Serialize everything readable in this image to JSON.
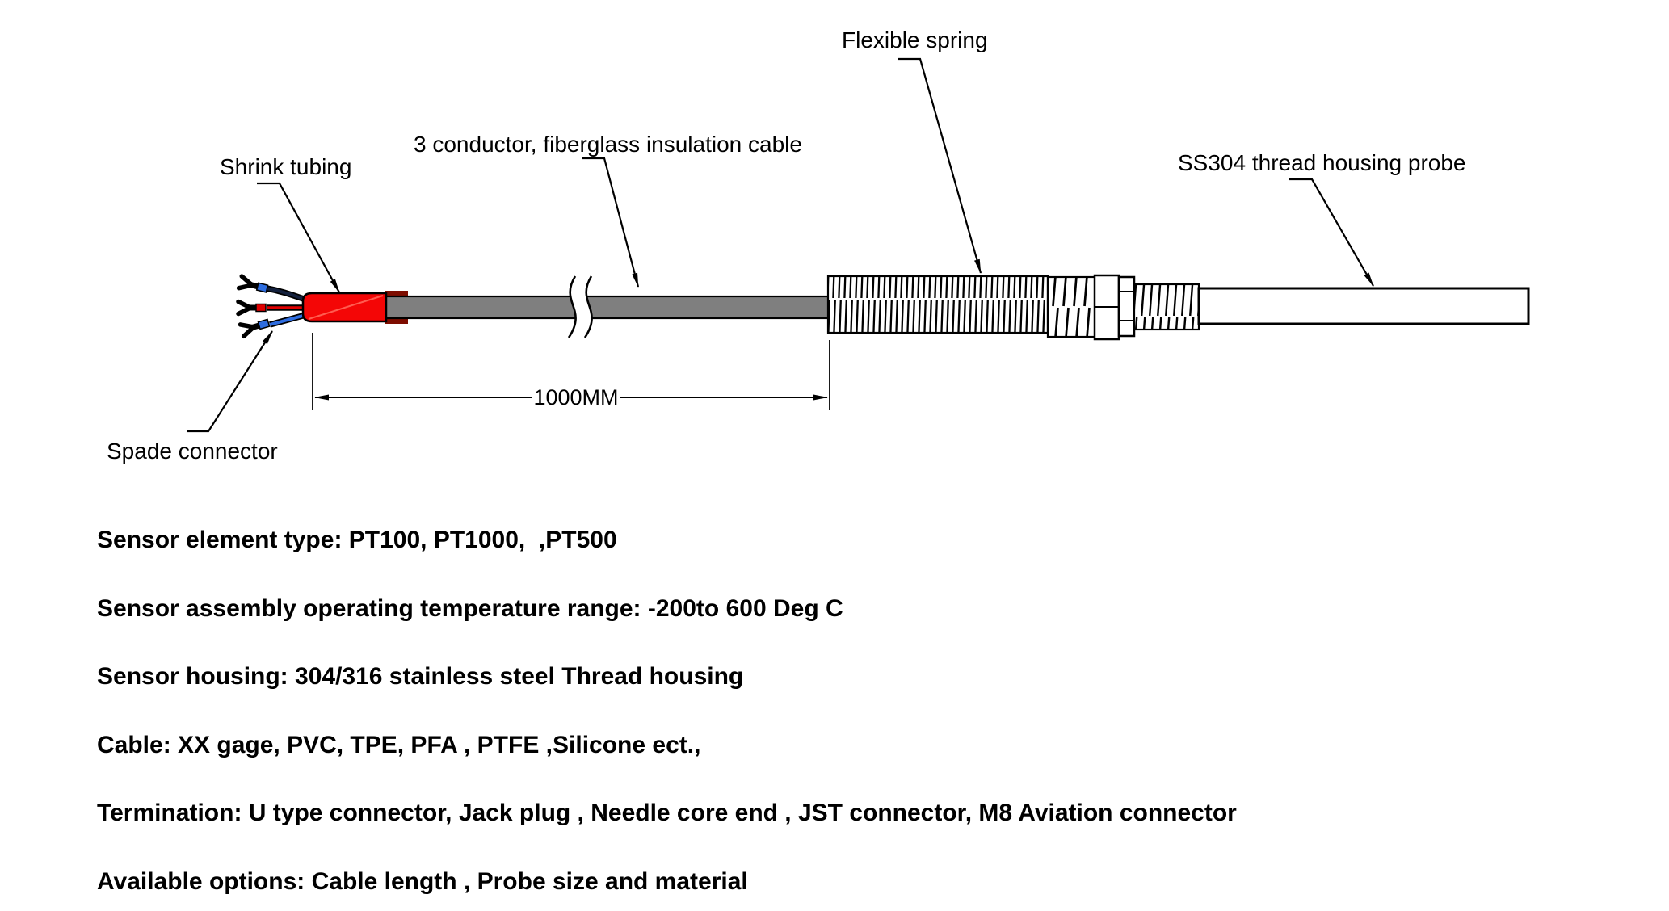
{
  "diagram": {
    "labels": {
      "flexible_spring": "Flexible spring",
      "cable": "3 conductor, fiberglass insulation cable",
      "shrink_tubing": "Shrink tubing",
      "probe": "SS304 thread housing probe",
      "spade_connector": "Spade connector",
      "dimension": "1000MM"
    },
    "colors": {
      "shrink_tubing_red": "#f40606",
      "tubing_lip_dark_red": "#7e0d00",
      "cable_gray": "#7f7f7f",
      "wire_blue": "#2e6de0",
      "wire_red": "#e00000",
      "wire_navy": "#13203d",
      "line_black": "#000000"
    }
  },
  "specs": {
    "lines": [
      "Sensor element type: PT100, PT1000,  ,PT500",
      "Sensor assembly operating temperature range: -200to 600 Deg C",
      "Sensor housing: 304/316 stainless steel Thread housing",
      "Cable: XX gage, PVC, TPE, PFA , PTFE ,Silicone ect.,",
      "Termination: U type connector, Jack plug , Needle core end , JST connector, M8 Aviation connector",
      "Available options: Cable length , Probe size and material"
    ]
  }
}
